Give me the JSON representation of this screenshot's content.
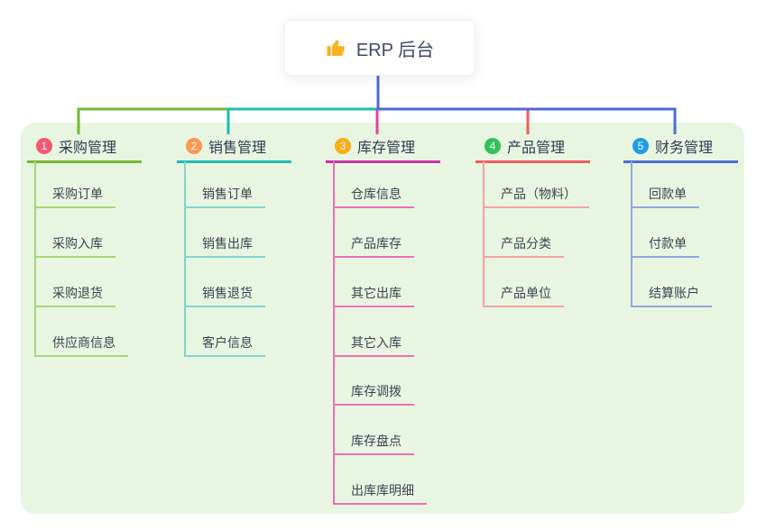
{
  "root": {
    "title": "ERP 后台",
    "icon": "thumbs-up-icon"
  },
  "colors": {
    "page_bg": "#ffffff",
    "panel_bg": "#e8f6e1",
    "root_line": "#4a6cd4",
    "root_text": "#3b4a64",
    "thumb_icon": "#f7b421",
    "header_text": "#2d3b52",
    "child_text": "#3b4350",
    "branches": [
      {
        "badge": "#f25870",
        "main": "#76b930",
        "child": "#a8d678",
        "drop": "#76b930"
      },
      {
        "badge": "#fb9852",
        "main": "#1dbbb2",
        "child": "#82d5cf",
        "drop": "#1dbbb2"
      },
      {
        "badge": "#fbad15",
        "main": "#c632a8",
        "child": "#ee6eb6",
        "drop": "#e0439f"
      },
      {
        "badge": "#33c159",
        "main": "#f35c5c",
        "child": "#f7a2a2",
        "drop": "#f35c5c"
      },
      {
        "badge": "#1f9ce8",
        "main": "#4a6cd4",
        "child": "#8fa7e2",
        "drop": "#4a6cd4"
      }
    ]
  },
  "branches": [
    {
      "num": "1",
      "label": "采购管理",
      "children": [
        "采购订单",
        "采购入库",
        "采购退货",
        "供应商信息"
      ]
    },
    {
      "num": "2",
      "label": "销售管理",
      "children": [
        "销售订单",
        "销售出库",
        "销售退货",
        "客户信息"
      ]
    },
    {
      "num": "3",
      "label": "库存管理",
      "children": [
        "仓库信息",
        "产品库存",
        "其它出库",
        "其它入库",
        "库存调拨",
        "库存盘点",
        "出库库明细"
      ]
    },
    {
      "num": "4",
      "label": "产品管理",
      "children": [
        "产品（物料）",
        "产品分类",
        "产品单位"
      ]
    },
    {
      "num": "5",
      "label": "财务管理",
      "children": [
        "回款单",
        "付款单",
        "结算账户"
      ]
    }
  ]
}
